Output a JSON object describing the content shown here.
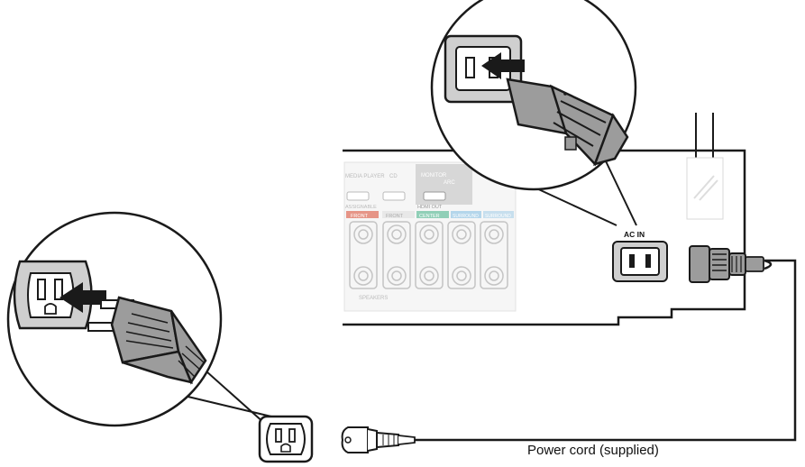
{
  "caption": "Power cord (supplied)",
  "panel": {
    "ac_in_label": "AC IN",
    "labels": [
      "MEDIA PLAYER",
      "CD",
      "MONITOR",
      "ARC",
      "ASSIGNABLE",
      "HDMI OUT",
      "FRONT",
      "FRONT",
      "CENTER",
      "SURROUND",
      "SURROUND",
      "SPEAKERS"
    ]
  },
  "colors": {
    "line": "#1a1a1a",
    "plug_gray": "#9c9c9c",
    "panel_gray": "#cfcfcf",
    "front_red": "#d9462b",
    "center_green": "#2aa877",
    "surround_blue": "#3a9bd8"
  }
}
